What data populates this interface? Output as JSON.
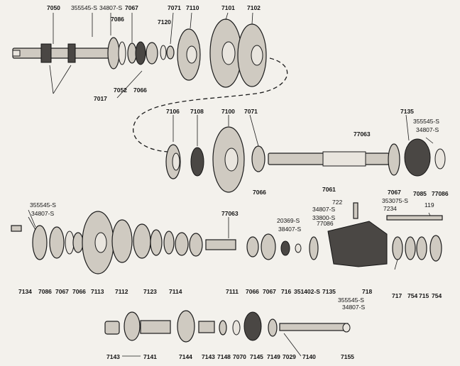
{
  "labels": [
    {
      "text": "7050"
    },
    {
      "text": "355545-S"
    },
    {
      "text": "34807-S"
    },
    {
      "text": "7067"
    },
    {
      "text": "7086"
    },
    {
      "text": "7071"
    },
    {
      "text": "7110"
    },
    {
      "text": "7101"
    },
    {
      "text": "7102"
    },
    {
      "text": "7120"
    },
    {
      "text": "7052"
    },
    {
      "text": "7066"
    },
    {
      "text": "7017"
    },
    {
      "text": "7106"
    },
    {
      "text": "7108"
    },
    {
      "text": "7100"
    },
    {
      "text": "7071"
    },
    {
      "text": "7135"
    },
    {
      "text": "355545-S"
    },
    {
      "text": "34807-S"
    },
    {
      "text": "77063"
    },
    {
      "text": "7066"
    },
    {
      "text": "7061"
    },
    {
      "text": "7067"
    },
    {
      "text": "7085"
    },
    {
      "text": "77086"
    },
    {
      "text": "355545-S"
    },
    {
      "text": "34807-S"
    },
    {
      "text": "77063"
    },
    {
      "text": "722"
    },
    {
      "text": "353075-S"
    },
    {
      "text": "34807-S"
    },
    {
      "text": "7234"
    },
    {
      "text": "119"
    },
    {
      "text": "33800-S"
    },
    {
      "text": "20369-S"
    },
    {
      "text": "77086"
    },
    {
      "text": "38407-S"
    },
    {
      "text": "7134"
    },
    {
      "text": "7086"
    },
    {
      "text": "7067"
    },
    {
      "text": "7066"
    },
    {
      "text": "7113"
    },
    {
      "text": "7112"
    },
    {
      "text": "7123"
    },
    {
      "text": "7114"
    },
    {
      "text": "7111"
    },
    {
      "text": "7066"
    },
    {
      "text": "7067"
    },
    {
      "text": "716"
    },
    {
      "text": "351402-S"
    },
    {
      "text": "7135"
    },
    {
      "text": "718"
    },
    {
      "text": "717"
    },
    {
      "text": "754"
    },
    {
      "text": "715"
    },
    {
      "text": "754"
    },
    {
      "text": "355545-S"
    },
    {
      "text": "34807-S"
    },
    {
      "text": "7143"
    },
    {
      "text": "7141"
    },
    {
      "text": "7144"
    },
    {
      "text": "7143"
    },
    {
      "text": "7148"
    },
    {
      "text": "7070"
    },
    {
      "text": "7145"
    },
    {
      "text": "7149"
    },
    {
      "text": "7029"
    },
    {
      "text": "7140"
    },
    {
      "text": "7155"
    }
  ]
}
